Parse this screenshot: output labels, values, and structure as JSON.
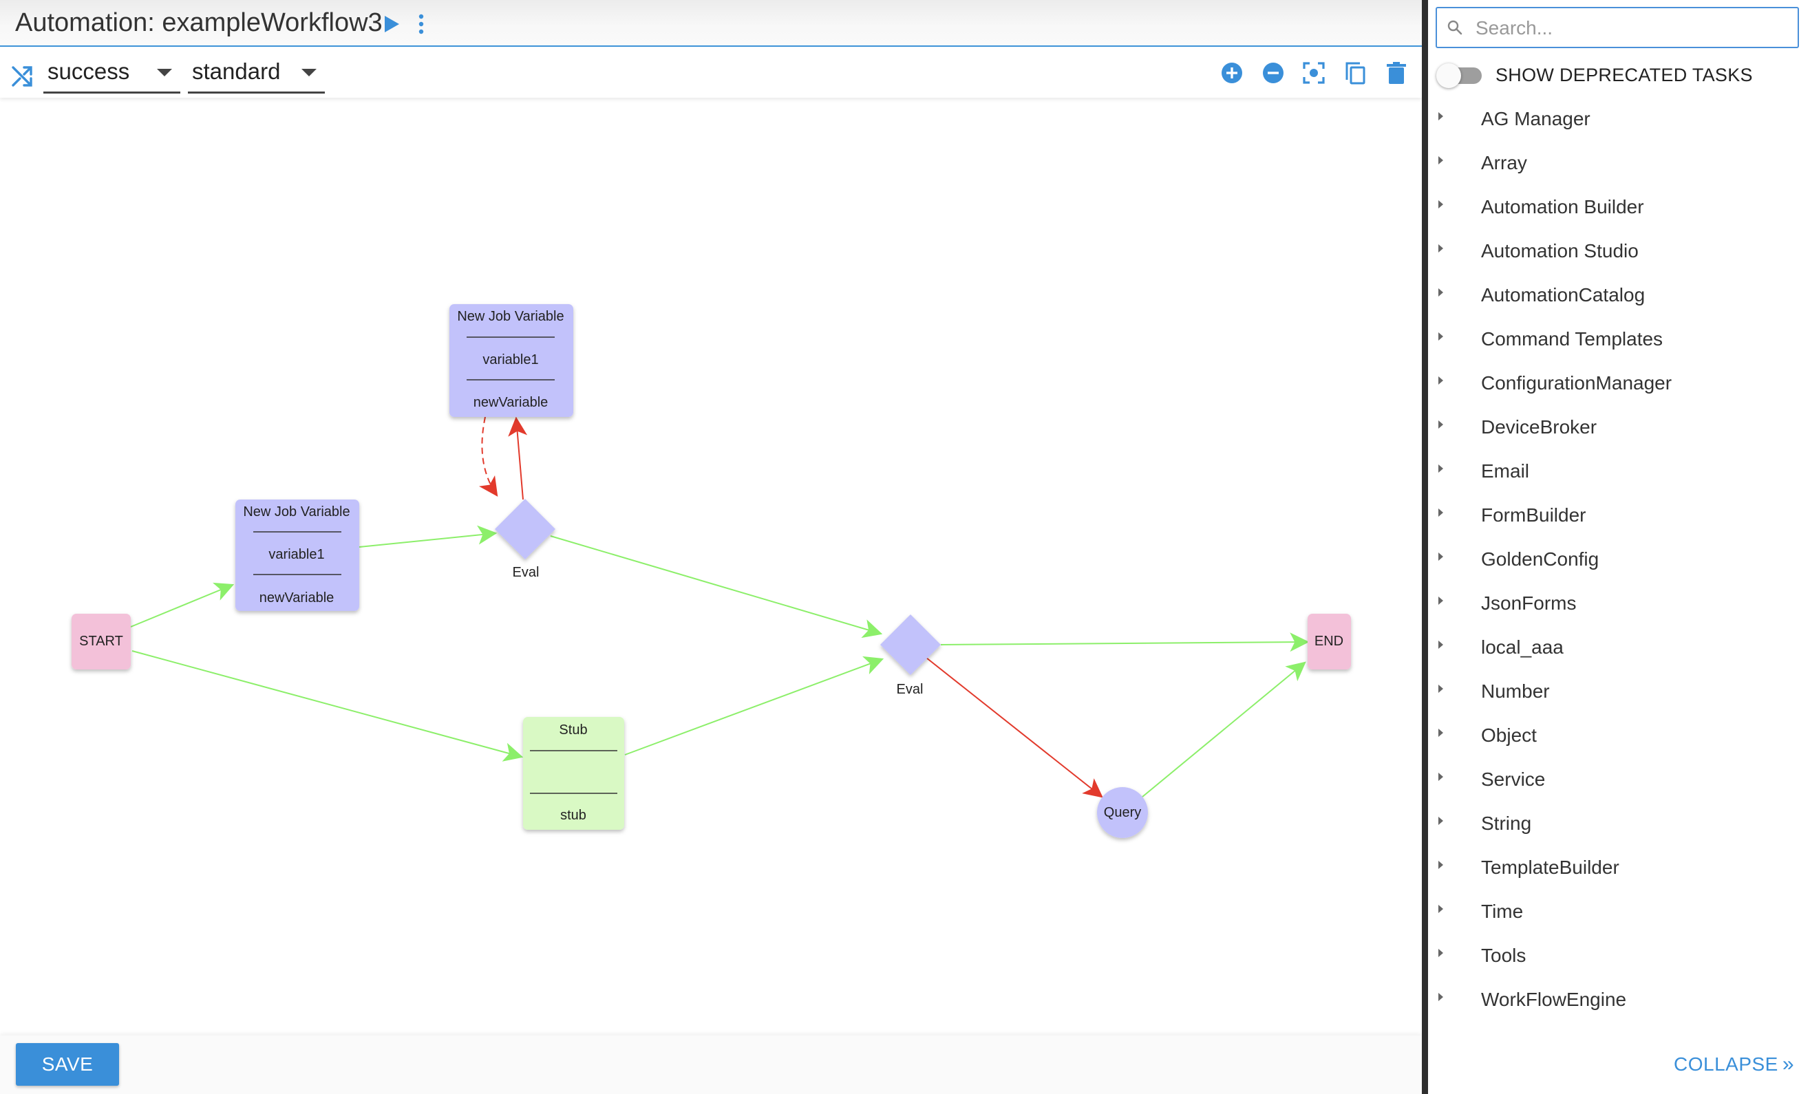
{
  "header": {
    "title": "Automation: exampleWorkflow3",
    "run_icon": "play-icon",
    "more_icon": "more-vert-icon"
  },
  "toolbar": {
    "shuffle_icon": "shuffle-icon",
    "result_select": "success",
    "type_select": "standard",
    "icons": [
      "zoom-in-icon",
      "zoom-out-icon",
      "fit-screen-icon",
      "copy-icon",
      "delete-icon"
    ]
  },
  "workflow": {
    "nodes": {
      "start": {
        "label": "START"
      },
      "end": {
        "label": "END"
      },
      "job_var_1": {
        "title": "New Job Variable",
        "line1": "variable1",
        "line2": "newVariable"
      },
      "job_var_2": {
        "title": "New Job Variable",
        "line1": "variable1",
        "line2": "newVariable"
      },
      "eval_1": {
        "label": "Eval"
      },
      "eval_2": {
        "label": "Eval"
      },
      "stub": {
        "title": "Stub",
        "line1": "",
        "line2": "stub"
      },
      "query": {
        "label": "Query"
      }
    },
    "colors": {
      "task": "#c2c2fb",
      "terminal": "#f3c1d9",
      "stub": "#d9f9c4",
      "success_edge": "#8cef6a",
      "error_edge": "#e23a2c"
    }
  },
  "footer": {
    "save_label": "SAVE"
  },
  "sidebar": {
    "search_placeholder": "Search...",
    "deprecated_label": "SHOW DEPRECATED TASKS",
    "deprecated_on": false,
    "tasks": [
      "AG Manager",
      "Array",
      "Automation Builder",
      "Automation Studio",
      "AutomationCatalog",
      "Command Templates",
      "ConfigurationManager",
      "DeviceBroker",
      "Email",
      "FormBuilder",
      "GoldenConfig",
      "JsonForms",
      "local_aaa",
      "Number",
      "Object",
      "Service",
      "String",
      "TemplateBuilder",
      "Time",
      "Tools",
      "WorkFlowEngine"
    ],
    "collapse_label": "COLLAPSE",
    "collapse_icon": "double-chevron-right-icon"
  }
}
